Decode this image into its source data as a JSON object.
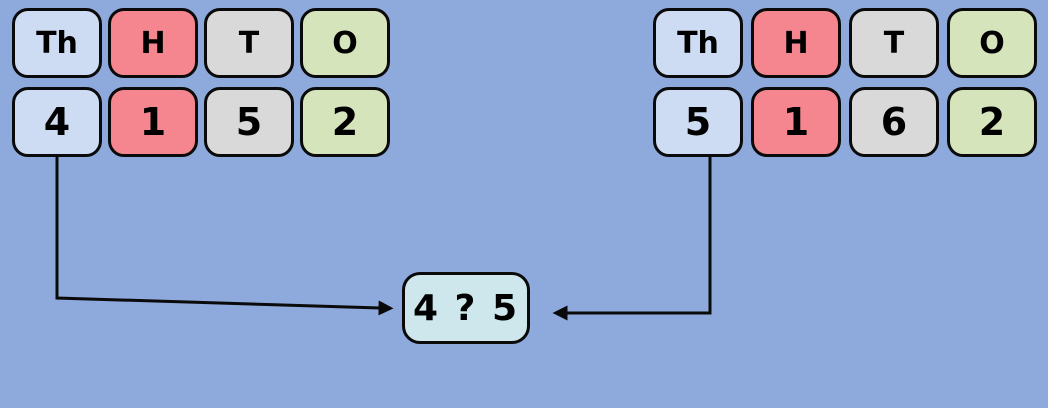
{
  "colors": {
    "background": "#8EA9DB",
    "thousands_cell": "#CDDCF2",
    "hundreds_cell": "#F5858F",
    "tens_cell": "#D9D9D9",
    "ones_cell": "#D6E4BC",
    "comparison_box": "#CDE7EC",
    "line": "#0A0A0A"
  },
  "left_number": {
    "headers": {
      "thousands": "Th",
      "hundreds": "H",
      "tens": "T",
      "ones": "O"
    },
    "digits": {
      "thousands": "4",
      "hundreds": "1",
      "tens": "5",
      "ones": "2"
    }
  },
  "right_number": {
    "headers": {
      "thousands": "Th",
      "hundreds": "H",
      "tens": "T",
      "ones": "O"
    },
    "digits": {
      "thousands": "5",
      "hundreds": "1",
      "tens": "6",
      "ones": "2"
    }
  },
  "comparison": {
    "text": "4 ? 5"
  }
}
